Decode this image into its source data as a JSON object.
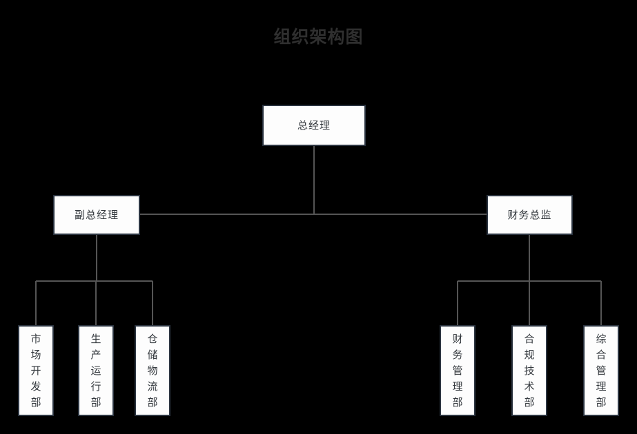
{
  "title": "组织架构图",
  "colors": {
    "background": "#000000",
    "box_fill": "#fdfdfd",
    "box_border": "#2b3440",
    "title_text": "#2f2f2f",
    "node_text": "#33383d",
    "connector": "#555555"
  },
  "chart_data": {
    "type": "diagram",
    "diagram_kind": "org-chart",
    "title": "组织架构图",
    "orientation": "top-down",
    "levels": 3,
    "nodes": [
      {
        "id": "gm",
        "label": "总经理",
        "level": 1,
        "parent": null
      },
      {
        "id": "dgm",
        "label": "副总经理",
        "level": 2,
        "parent": "gm"
      },
      {
        "id": "cfo",
        "label": "财务总监",
        "level": 2,
        "parent": "gm"
      },
      {
        "id": "market",
        "label": "市场开发部",
        "level": 3,
        "parent": "dgm"
      },
      {
        "id": "prod",
        "label": "生产运行部",
        "level": 3,
        "parent": "dgm"
      },
      {
        "id": "logi",
        "label": "仓储物流部",
        "level": 3,
        "parent": "dgm"
      },
      {
        "id": "finance",
        "label": "财务管理部",
        "level": 3,
        "parent": "cfo"
      },
      {
        "id": "tech",
        "label": "合规技术部",
        "level": 3,
        "parent": "cfo"
      },
      {
        "id": "admin",
        "label": "综合管理部",
        "level": 3,
        "parent": "cfo"
      }
    ],
    "edges": [
      {
        "from": "gm",
        "to": "dgm"
      },
      {
        "from": "gm",
        "to": "cfo"
      },
      {
        "from": "dgm",
        "to": "market"
      },
      {
        "from": "dgm",
        "to": "prod"
      },
      {
        "from": "dgm",
        "to": "logi"
      },
      {
        "from": "cfo",
        "to": "finance"
      },
      {
        "from": "cfo",
        "to": "tech"
      },
      {
        "from": "cfo",
        "to": "admin"
      }
    ]
  },
  "nodes": {
    "gm": {
      "label": "总经理"
    },
    "dgm": {
      "label": "副总经理"
    },
    "cfo": {
      "label": "财务总监"
    },
    "market": {
      "label": "市场开发部"
    },
    "prod": {
      "label": "生产运行部"
    },
    "logi": {
      "label": "仓储物流部"
    },
    "finance": {
      "label": "财务管理部"
    },
    "tech": {
      "label": "合规技术部"
    },
    "admin": {
      "label": "综合管理部"
    }
  }
}
